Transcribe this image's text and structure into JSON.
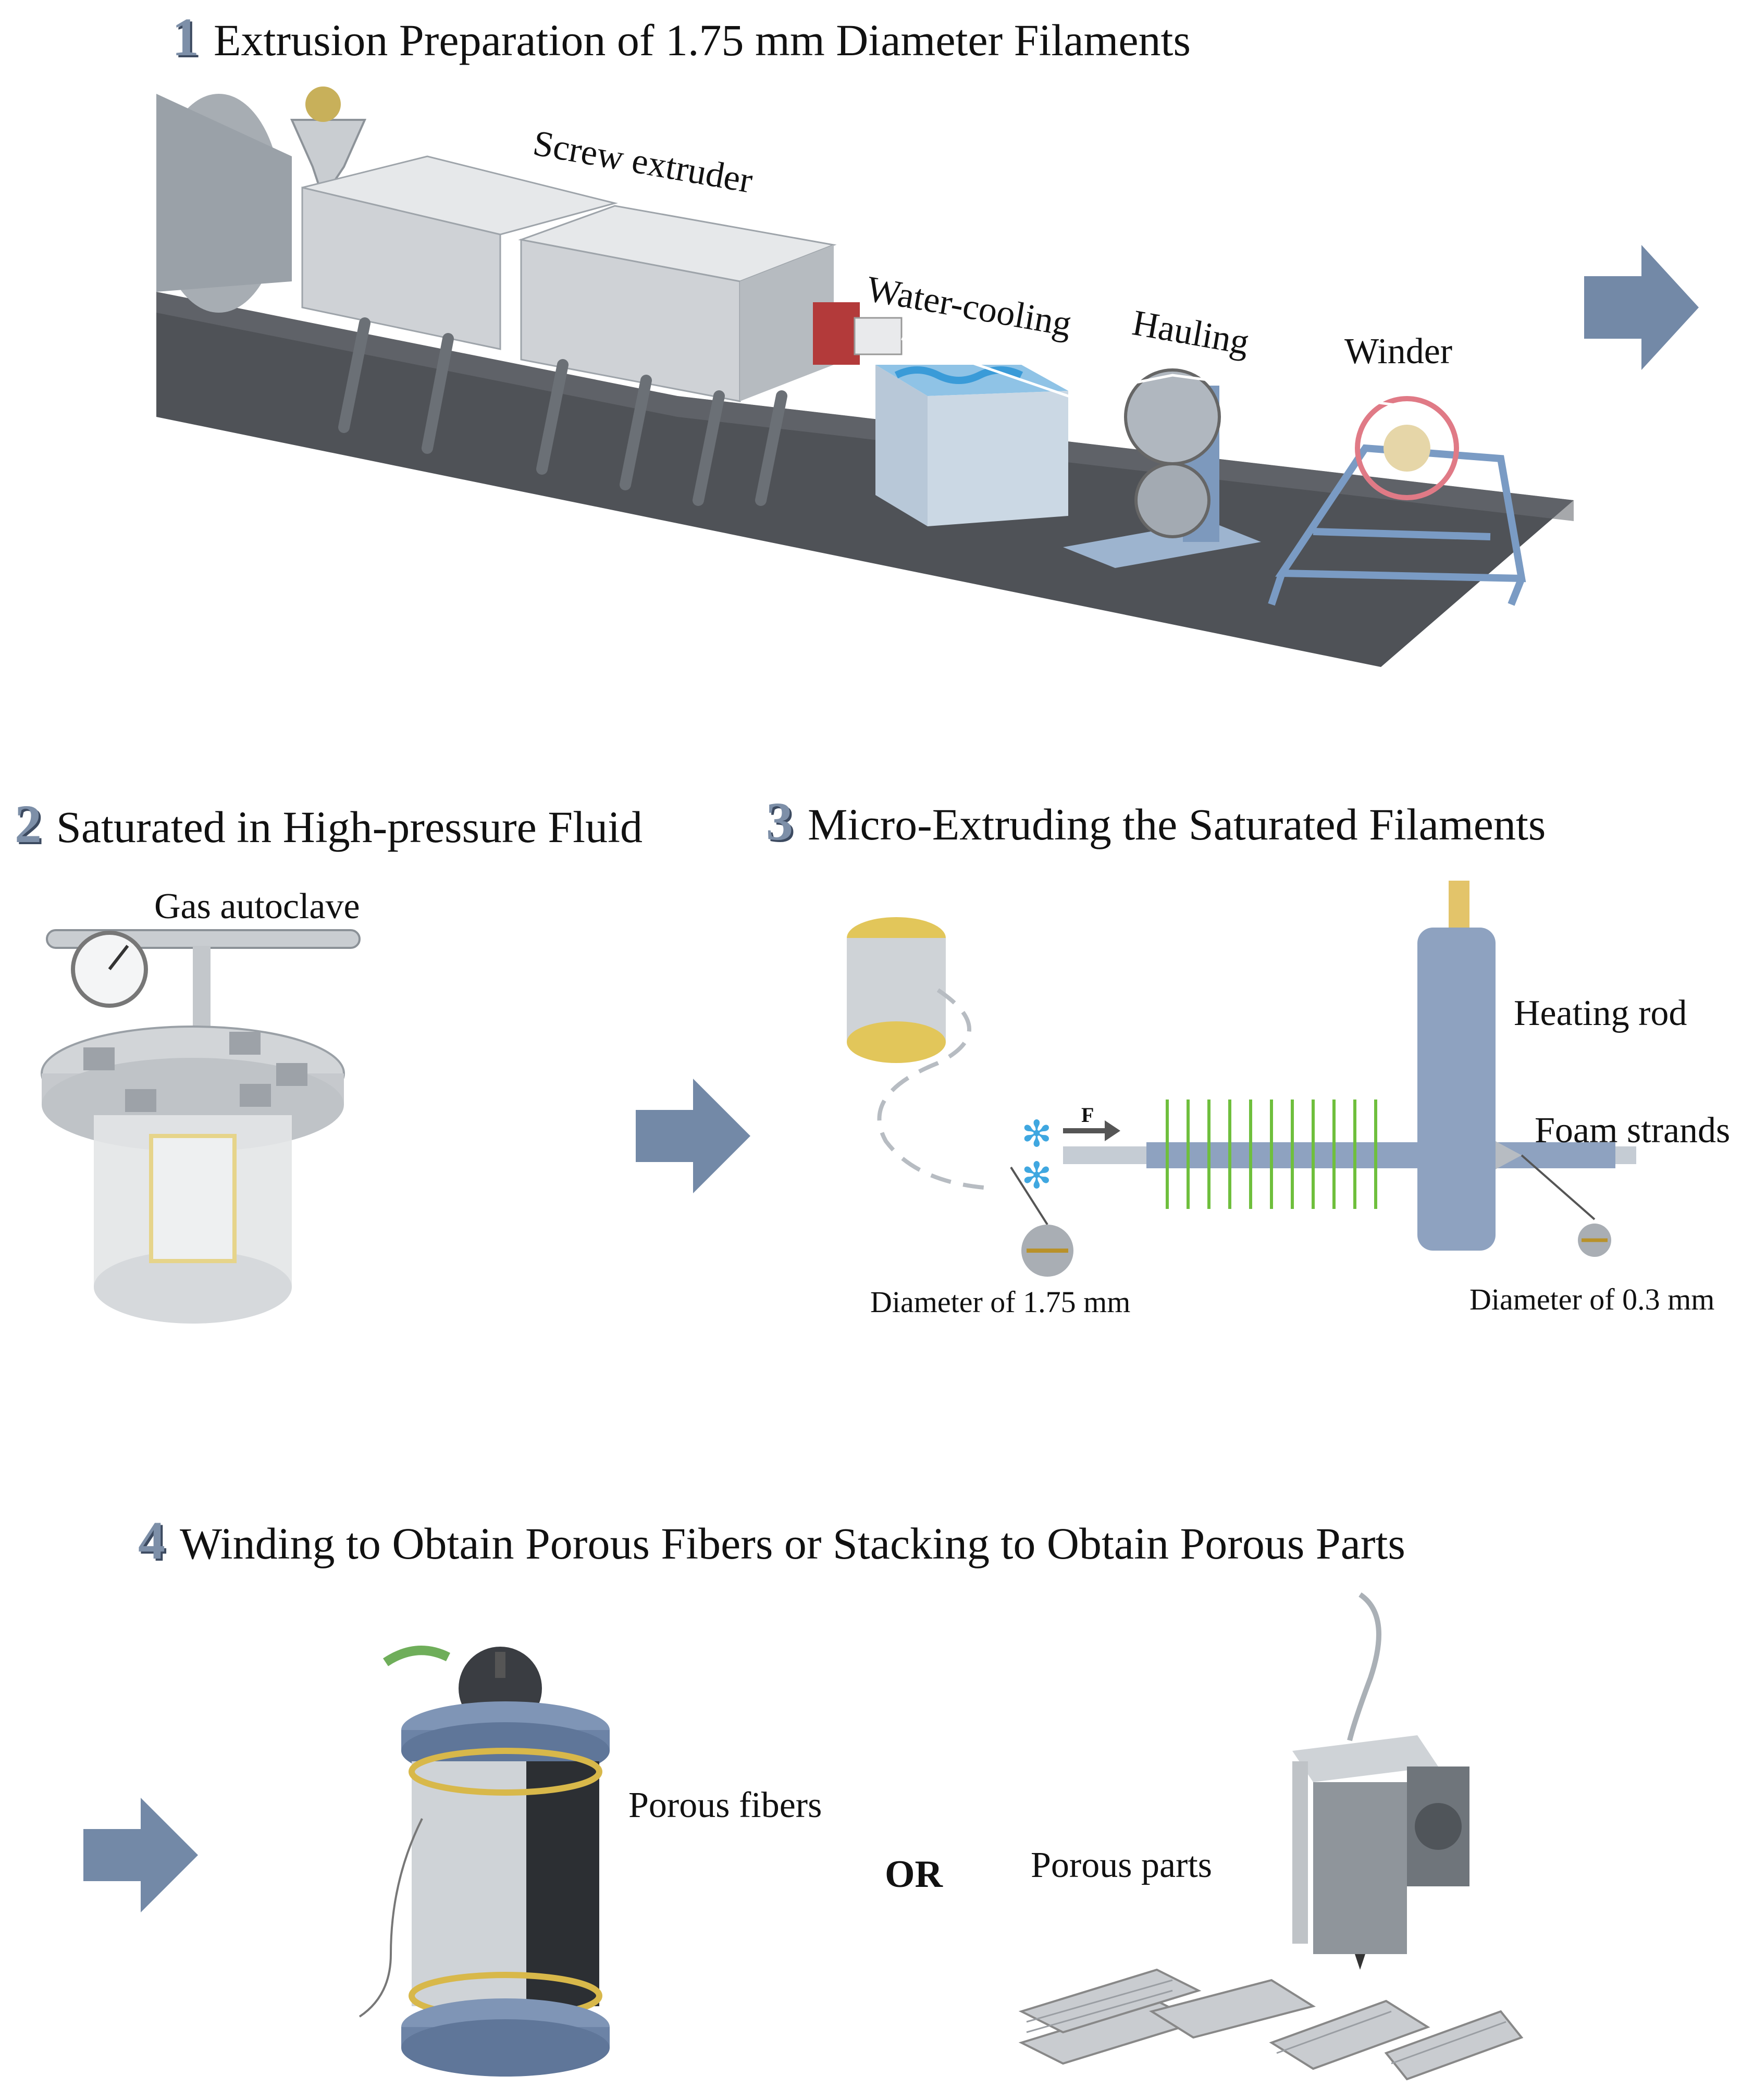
{
  "steps": [
    {
      "number": "1",
      "title": "Extrusion Preparation of 1.75 mm Diameter Filaments"
    },
    {
      "number": "2",
      "title": "Saturated in High-pressure Fluid"
    },
    {
      "number": "3",
      "title": "Micro-Extruding the Saturated Filaments"
    },
    {
      "number": "4",
      "title": "Winding to Obtain Porous Fibers or Stacking to Obtain Porous Parts"
    }
  ],
  "labels": {
    "screw_extruder": "Screw extruder",
    "water_cooling": "Water-cooling",
    "hauling": "Hauling",
    "winder": "Winder",
    "gas_autoclave": "Gas autoclave",
    "heating_rod": "Heating rod",
    "foam_strands": "Foam strands",
    "force": "F",
    "diameter_in": "Diameter of 1.75 mm",
    "diameter_out": "Diameter of 0.3 mm",
    "porous_fibers": "Porous fibers",
    "porous_parts": "Porous parts",
    "or": "OR"
  },
  "colors": {
    "arrow": "#7389a7",
    "platform": "#55585d",
    "machine_body": "#d7d9dc",
    "water": "#3fa7e0",
    "frame_blue": "#7a9bc4",
    "gold": "#d8b84a",
    "fins": "#6fbf3d",
    "barrel_blue": "#8ea2c0"
  }
}
